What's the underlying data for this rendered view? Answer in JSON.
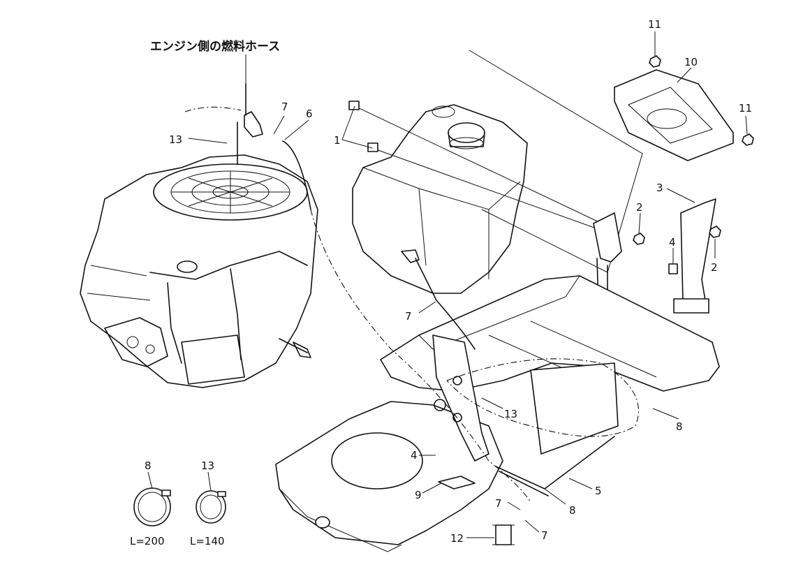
{
  "title": "エンジン側の燃料ホース",
  "callouts": [
    "1",
    "2",
    "2",
    "3",
    "4",
    "4",
    "5",
    "6",
    "7",
    "7",
    "7",
    "7",
    "8",
    "8",
    "9",
    "10",
    "11",
    "11",
    "12",
    "13",
    "13"
  ],
  "clamps": {
    "clamp_8": {
      "number": "8",
      "length": "L=200"
    },
    "clamp_13": {
      "number": "13",
      "length": "L=140"
    }
  }
}
